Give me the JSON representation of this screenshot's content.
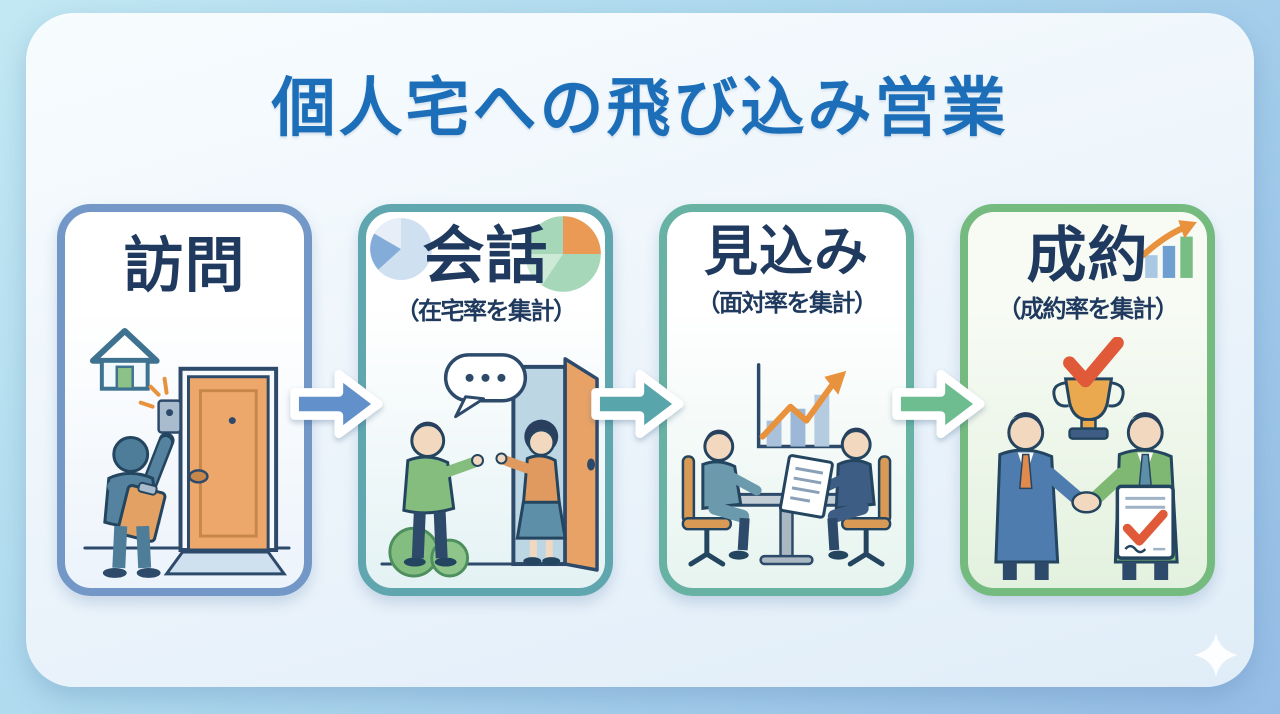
{
  "title": "個人宅への飛び込み営業",
  "colors": {
    "title": "#1d6eb8",
    "card_text": "#1f3a5e",
    "step1_border": "#7398c8",
    "step2_border": "#5fa6af",
    "step3_border": "#68b2a3",
    "step4_border": "#75bb80",
    "arrow1": "#6290cb",
    "arrow2": "#58a6ac",
    "arrow3": "#6dbd90"
  },
  "steps": [
    {
      "label": "訪問",
      "sublabel": "",
      "illustration": "salesperson-ringing-doorbell"
    },
    {
      "label": "会話",
      "sublabel": "（在宅率を集計）",
      "illustration": "conversation-at-front-door"
    },
    {
      "label": "見込み",
      "sublabel": "（面対率を集計）",
      "illustration": "sales-meeting-at-table"
    },
    {
      "label": "成約",
      "sublabel": "（成約率を集計）",
      "illustration": "handshake-contract-trophy"
    }
  ]
}
